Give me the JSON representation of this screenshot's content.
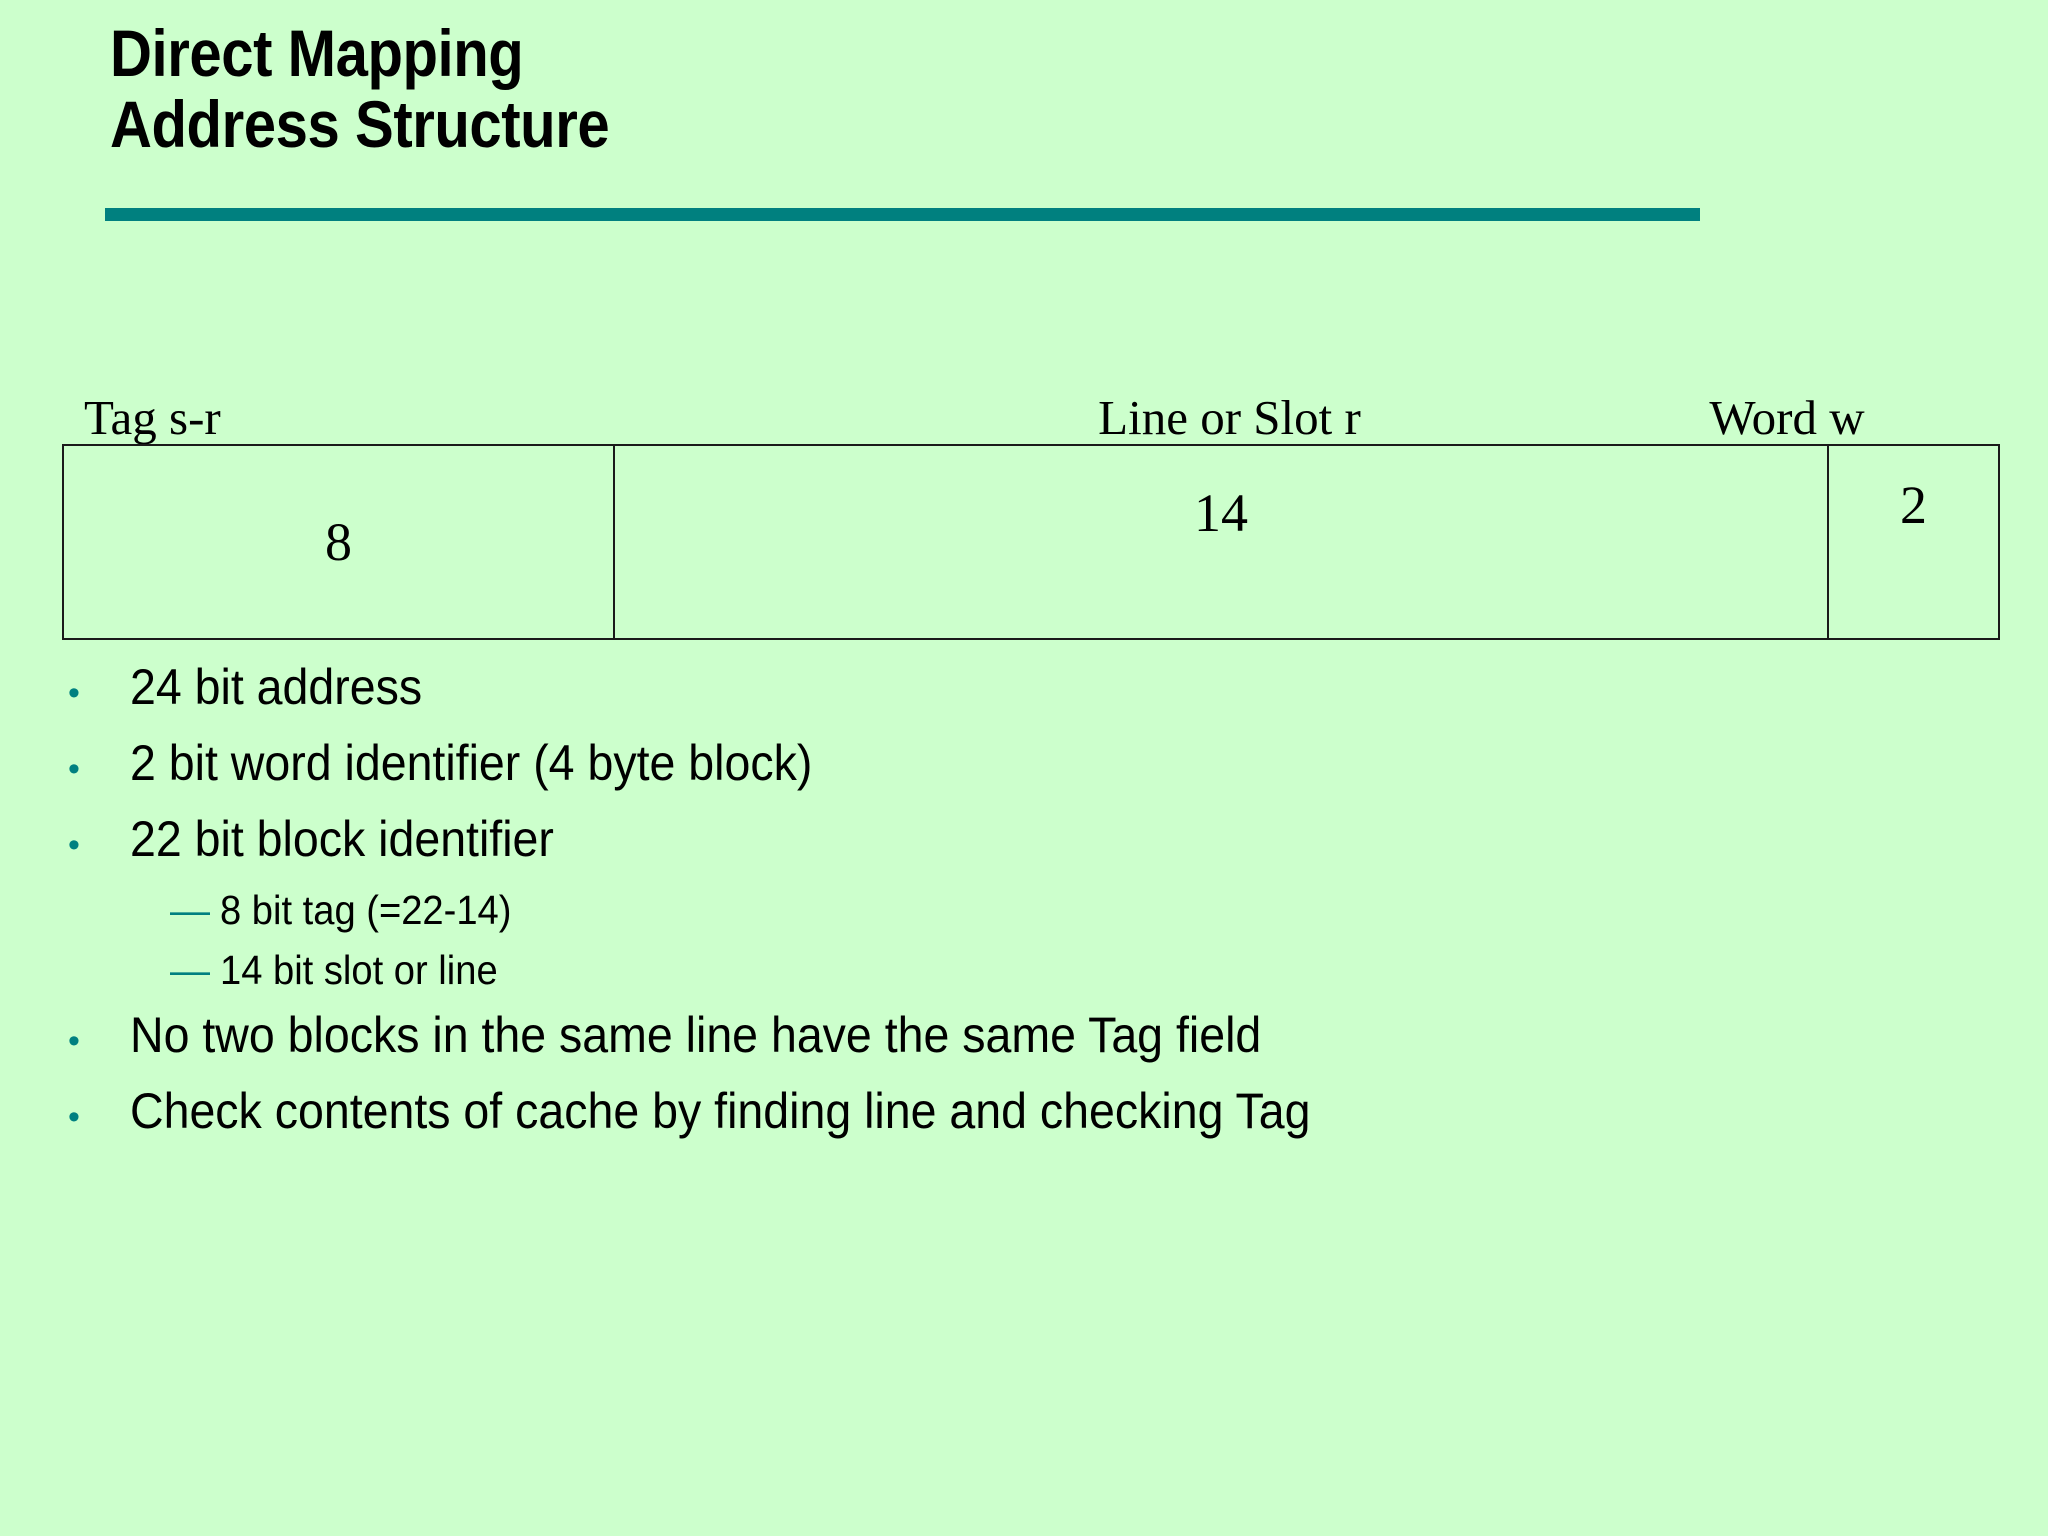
{
  "slide": {
    "background_color": "#ccffcc",
    "accent_color": "#008080",
    "text_color": "#000000",
    "title": {
      "line1": "Direct Mapping",
      "line2": "Address Structure"
    }
  },
  "address_structure": {
    "fields": [
      {
        "label": "Tag  s-r",
        "bits": "8"
      },
      {
        "label": "Line or Slot  r",
        "bits": "14"
      },
      {
        "label": "Word  w",
        "bits": "2"
      }
    ]
  },
  "bullets": [
    {
      "level": 1,
      "marker": "bullet-dot-icon",
      "marker_glyph": "•",
      "text": "24 bit address"
    },
    {
      "level": 1,
      "marker": "bullet-dot-icon",
      "marker_glyph": "•",
      "text": "2 bit word identifier (4 byte block)"
    },
    {
      "level": 1,
      "marker": "bullet-dot-icon",
      "marker_glyph": "•",
      "text": "22 bit block identifier"
    },
    {
      "level": 2,
      "marker": "bullet-dash-icon",
      "marker_glyph": "—",
      "text": "8 bit tag (=22-14)"
    },
    {
      "level": 2,
      "marker": "bullet-dash-icon",
      "marker_glyph": "—",
      "text": "14 bit slot or line"
    },
    {
      "level": 1,
      "marker": "bullet-dot-icon",
      "marker_glyph": "•",
      "text": "No two blocks in the same line have the same Tag field"
    },
    {
      "level": 1,
      "marker": "bullet-dot-icon",
      "marker_glyph": "•",
      "text": "Check contents of cache by finding line and checking Tag"
    }
  ]
}
